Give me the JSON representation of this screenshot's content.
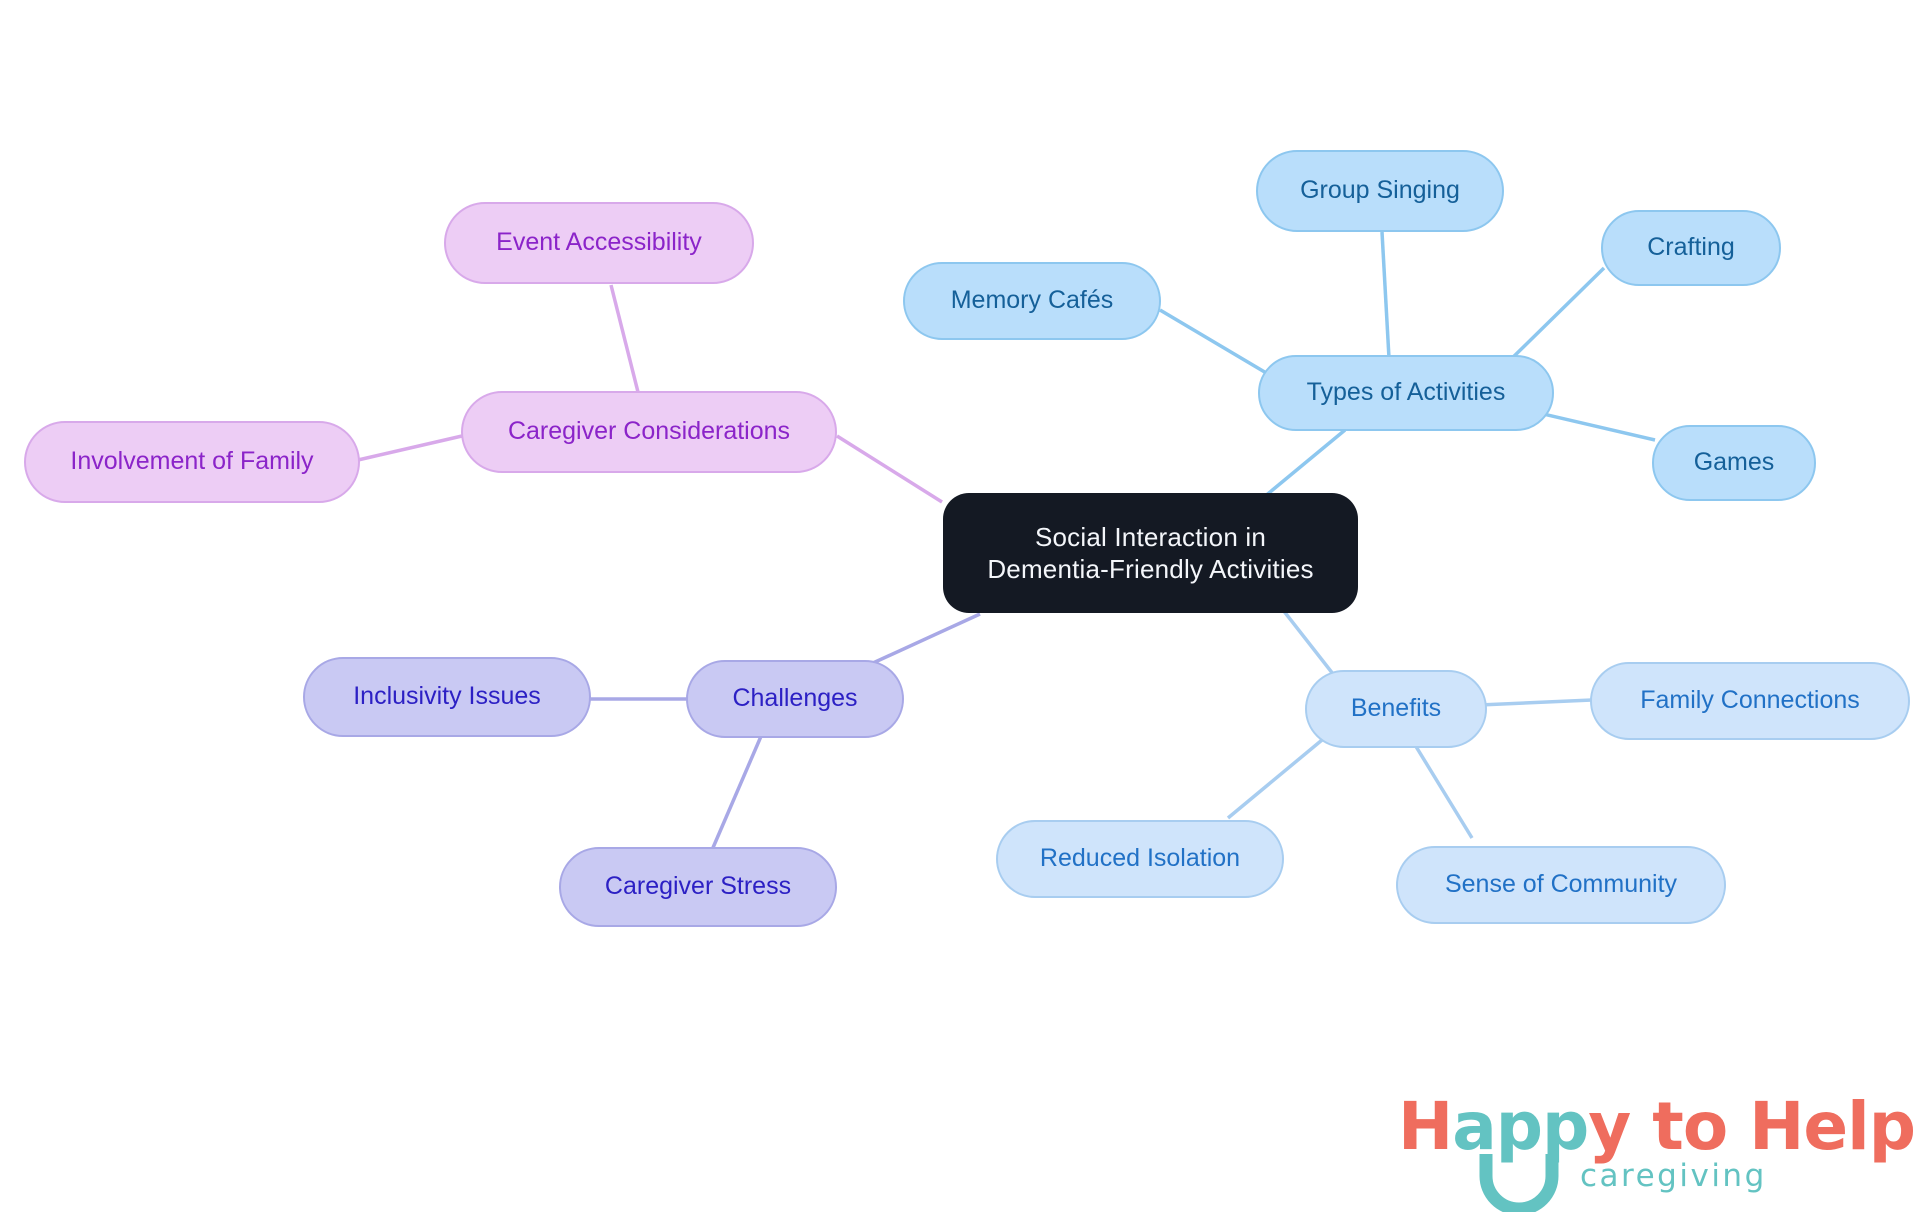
{
  "diagram": {
    "type": "mindmap",
    "root": {
      "id": "root",
      "label": "Social Interaction in\nDementia-Friendly Activities",
      "color": "#141923",
      "text_color": "#f4f6fa"
    },
    "branches": [
      {
        "id": "types-of-activities",
        "label": "Types of Activities",
        "color": "#b9defb",
        "border": "#8dc7ef",
        "text_color": "#156099",
        "children": [
          {
            "id": "memory-cafes",
            "label": "Memory Cafés"
          },
          {
            "id": "group-singing",
            "label": "Group Singing"
          },
          {
            "id": "crafting",
            "label": "Crafting"
          },
          {
            "id": "games",
            "label": "Games"
          }
        ]
      },
      {
        "id": "benefits",
        "label": "Benefits",
        "color": "#cfe4fb",
        "border": "#a8cdf0",
        "text_color": "#2171c6",
        "children": [
          {
            "id": "family-connections",
            "label": "Family Connections"
          },
          {
            "id": "sense-of-community",
            "label": "Sense of Community"
          },
          {
            "id": "reduced-isolation",
            "label": "Reduced Isolation"
          }
        ]
      },
      {
        "id": "challenges",
        "label": "Challenges",
        "color": "#c9c9f3",
        "border": "#a8a8e6",
        "text_color": "#2c20c4",
        "children": [
          {
            "id": "inclusivity-issues",
            "label": "Inclusivity Issues"
          },
          {
            "id": "caregiver-stress",
            "label": "Caregiver Stress"
          }
        ]
      },
      {
        "id": "caregiver-considerations",
        "label": "Caregiver Considerations",
        "color": "#edcdf5",
        "border": "#d8a9ea",
        "text_color": "#8b24c9",
        "children": [
          {
            "id": "event-accessibility",
            "label": "Event Accessibility"
          },
          {
            "id": "involvement-of-family",
            "label": "Involvement of Family"
          }
        ]
      }
    ]
  },
  "logo": {
    "word_happy_h": "H",
    "word_happy_app": "app",
    "word_happy_y": "y",
    "word_to_help": " to Help",
    "subtitle": "caregiving",
    "coral": "#ef6d5e",
    "teal": "#63c3c2"
  }
}
